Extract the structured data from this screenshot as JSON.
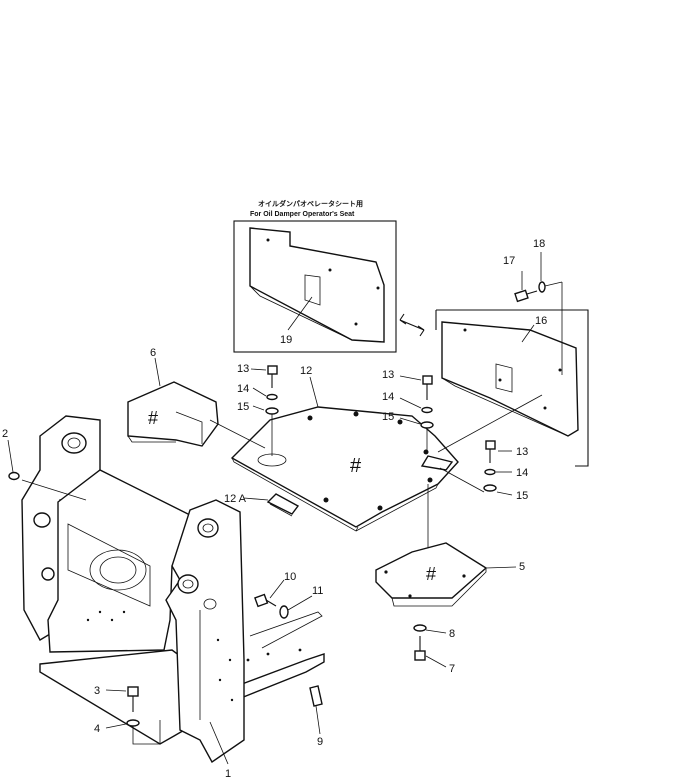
{
  "header": {
    "jp": "オイルダンパオペレータシート用",
    "en": "For Oil Damper Operator's Seat"
  },
  "part_labels": {
    "p1": "1",
    "p2": "2",
    "p3": "3",
    "p4": "4",
    "p5": "5",
    "p6": "6",
    "p7": "7",
    "p8": "8",
    "p9": "9",
    "p10": "10",
    "p11": "11",
    "p12": "12",
    "p12a": "12 A",
    "p13a": "13",
    "p13b": "13",
    "p13c": "13",
    "p14a": "14",
    "p14b": "14",
    "p14c": "14",
    "p15a": "15",
    "p15b": "15",
    "p15c": "15",
    "p16": "16",
    "p17": "17",
    "p18": "18",
    "p19": "19"
  },
  "marks": {
    "hash": "#"
  }
}
